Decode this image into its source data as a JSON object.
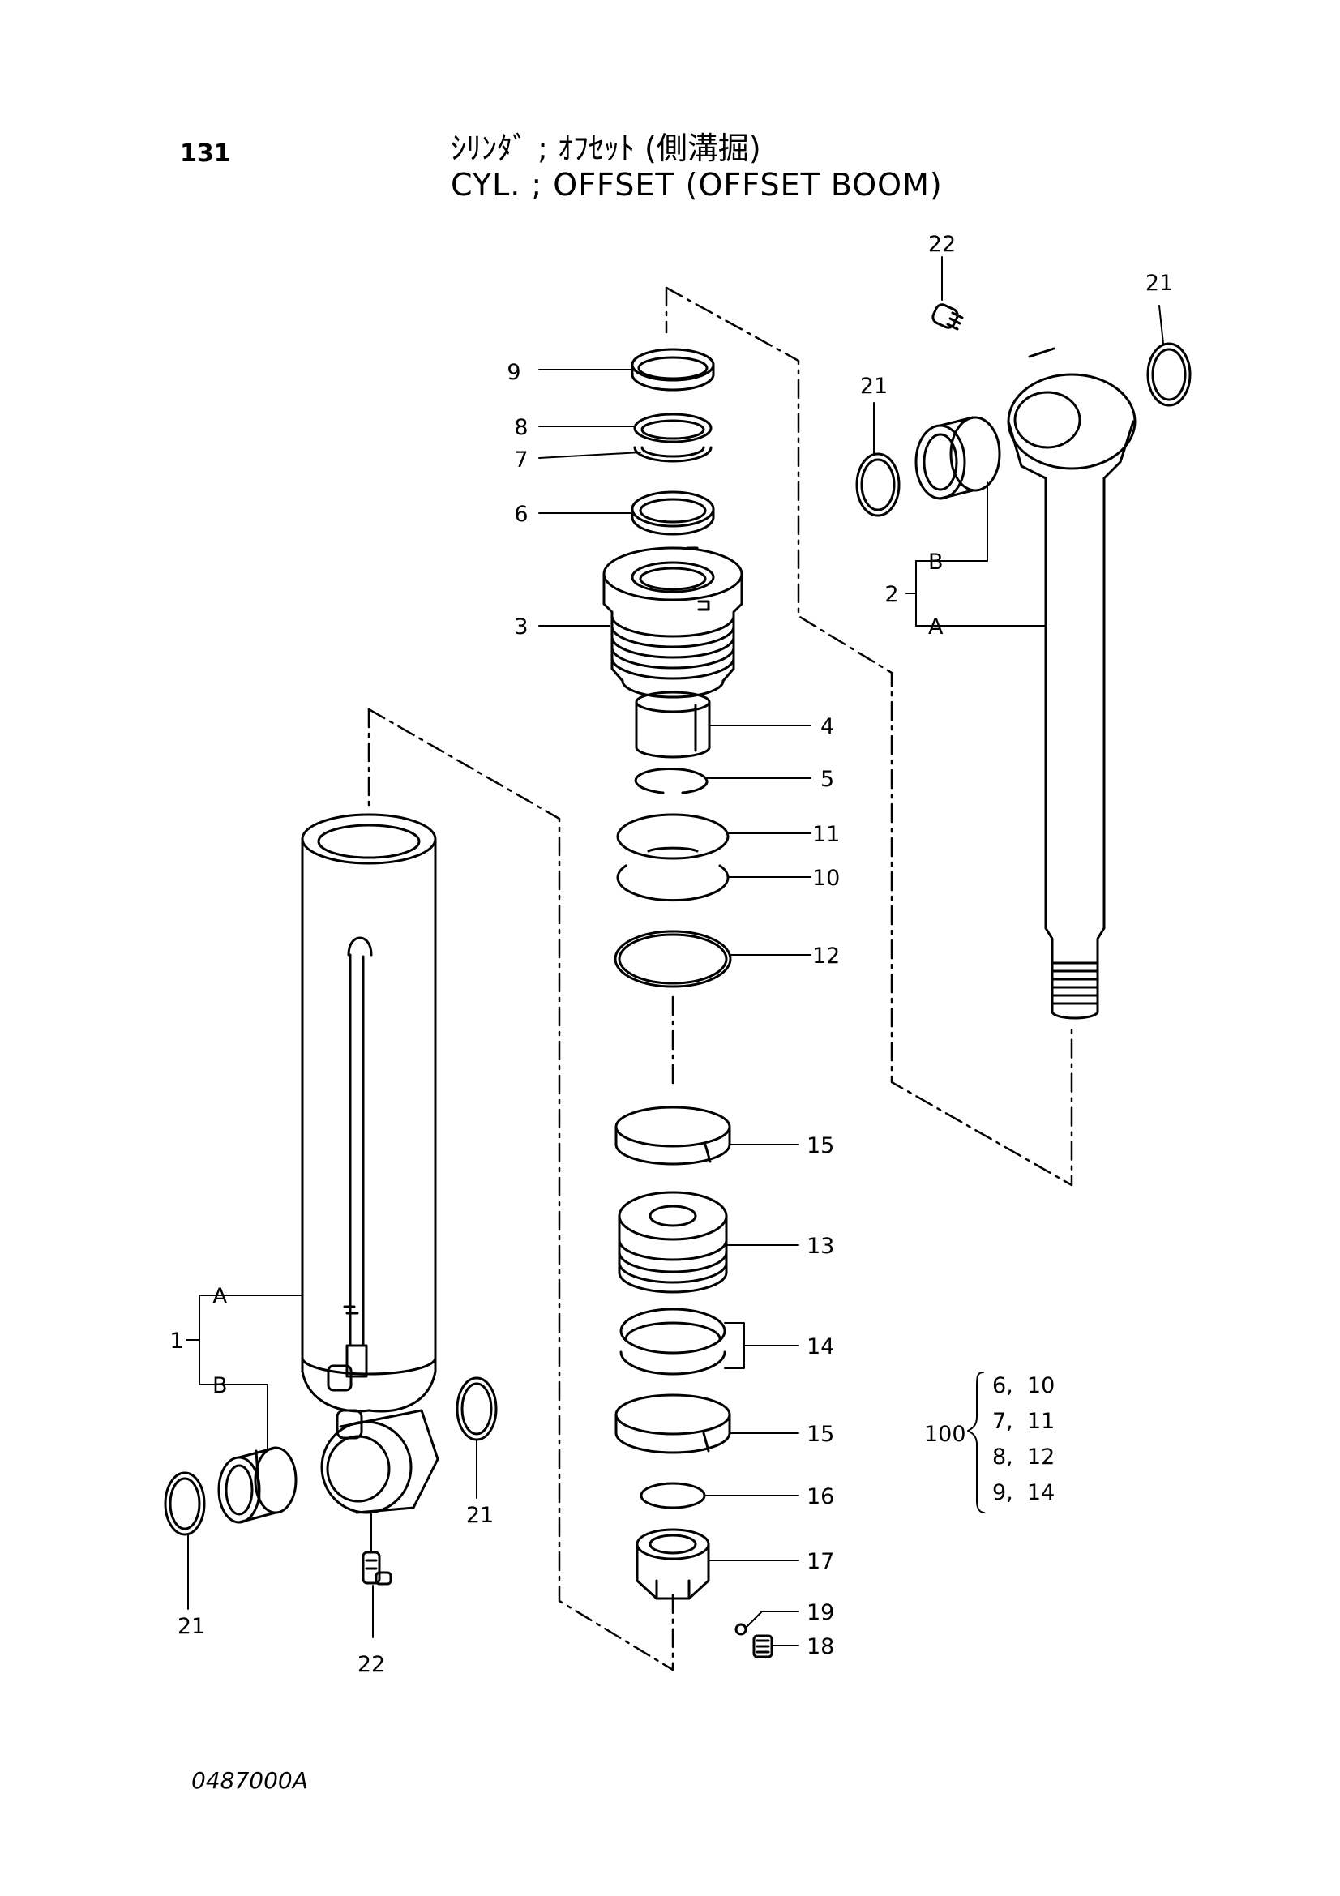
{
  "page_number": "131",
  "title_jp": "ｼﾘﾝﾀﾞ ; ｵﾌｾｯﾄ (側溝掘)",
  "title_en": "CYL. ; OFFSET (OFFSET  BOOM)",
  "doc_code": "0487000A",
  "callouts": [
    "9",
    "8",
    "7",
    "6",
    "3",
    "4",
    "5",
    "11",
    "10",
    "12",
    "15",
    "13",
    "14",
    "15",
    "16",
    "17",
    "19",
    "18",
    "22",
    "21",
    "21",
    "21",
    "21",
    "22"
  ],
  "assembly_1": {
    "no": "1",
    "sub_a": "A",
    "sub_b": "B"
  },
  "assembly_2": {
    "no": "2",
    "sub_a": "A",
    "sub_b": "B"
  },
  "kit": {
    "no": "100",
    "rows": [
      "6,  10",
      "7,  11",
      "8,  12",
      "9,  14"
    ]
  }
}
